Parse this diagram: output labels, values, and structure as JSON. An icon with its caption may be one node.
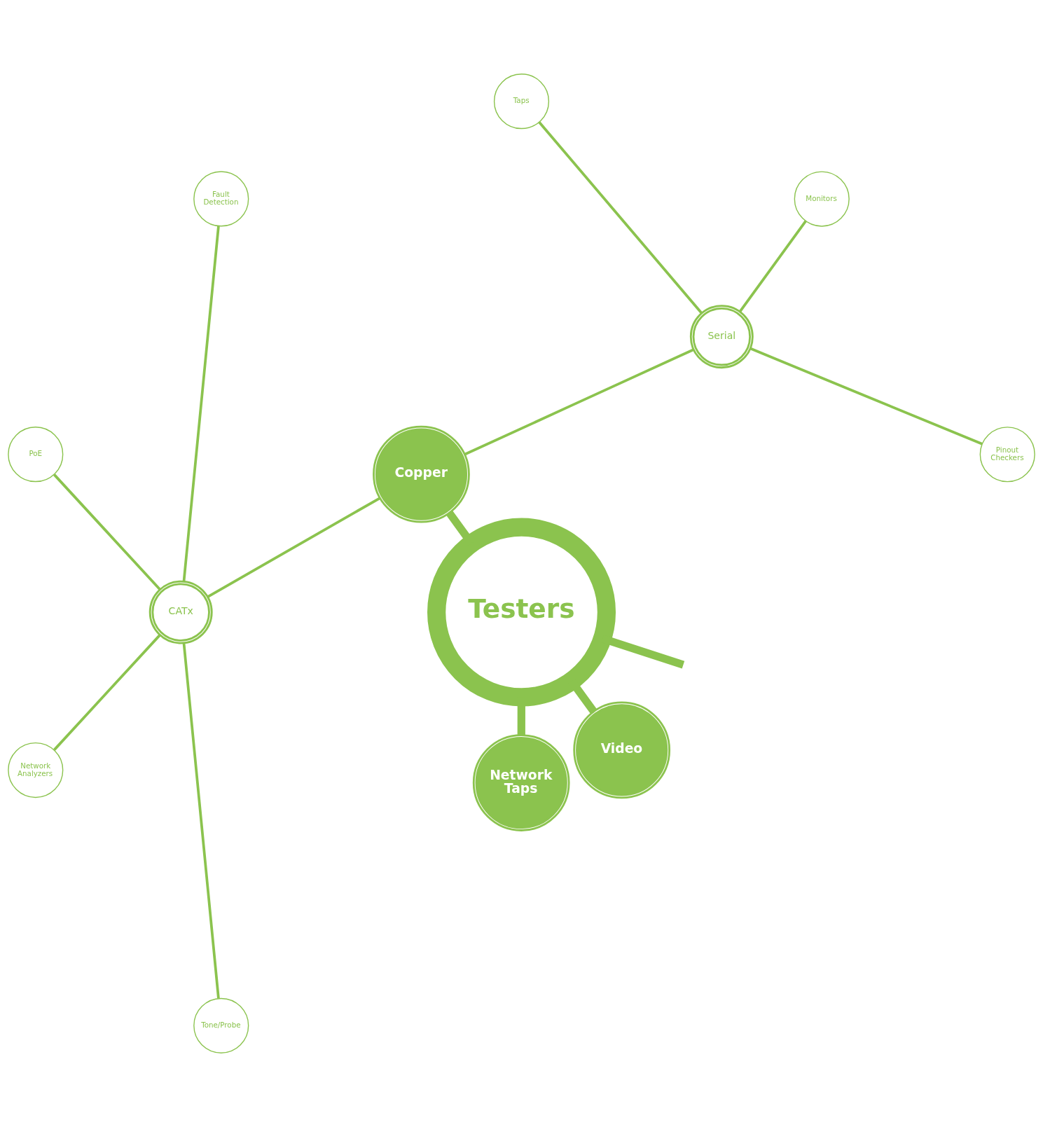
{
  "diagram": {
    "nodes": [
      {
        "text": [
          "Testers"
        ]
      },
      {
        "text": [
          "Copper"
        ]
      },
      {
        "text": [
          "Serial"
        ]
      },
      {
        "text": [
          "CATx"
        ]
      },
      {
        "text": [
          "Pinout Checkers"
        ]
      },
      {
        "text": [
          "Monitors"
        ]
      },
      {
        "text": [
          "Taps"
        ]
      },
      {
        "text": [
          "Fault Detection"
        ]
      },
      {
        "text": [
          "PoE"
        ]
      },
      {
        "text": [
          "Network Analyzers"
        ]
      },
      {
        "text": [
          "Tone/Probe"
        ]
      },
      {
        "text": [
          "Network Taps"
        ]
      },
      {
        "text": [
          "Video"
        ]
      }
    ],
    "edges": [
      {
        "from": 0,
        "to": 1,
        "arrow": "none",
        "style": "thick"
      },
      {
        "from": 1,
        "to": 2,
        "arrow": "none"
      },
      {
        "from": 1,
        "to": 3,
        "arrow": "none"
      },
      {
        "from": 2,
        "to": 4,
        "arrow": "none"
      },
      {
        "from": 2,
        "to": 5,
        "arrow": "none"
      },
      {
        "from": 2,
        "to": 6,
        "arrow": "none"
      },
      {
        "from": 3,
        "to": 7,
        "arrow": "none"
      },
      {
        "from": 3,
        "to": 8,
        "arrow": "none"
      },
      {
        "from": 3,
        "to": 9,
        "arrow": "none"
      },
      {
        "from": 3,
        "to": 10,
        "arrow": "none"
      },
      {
        "from": 0,
        "to": 11,
        "arrow": "none",
        "style": "thick"
      },
      {
        "from": 0,
        "to": 12,
        "arrow": "none",
        "style": "thick"
      },
      {
        "from": 0,
        "to": null,
        "arrow": "none",
        "style": "thick"
      }
    ]
  }
}
